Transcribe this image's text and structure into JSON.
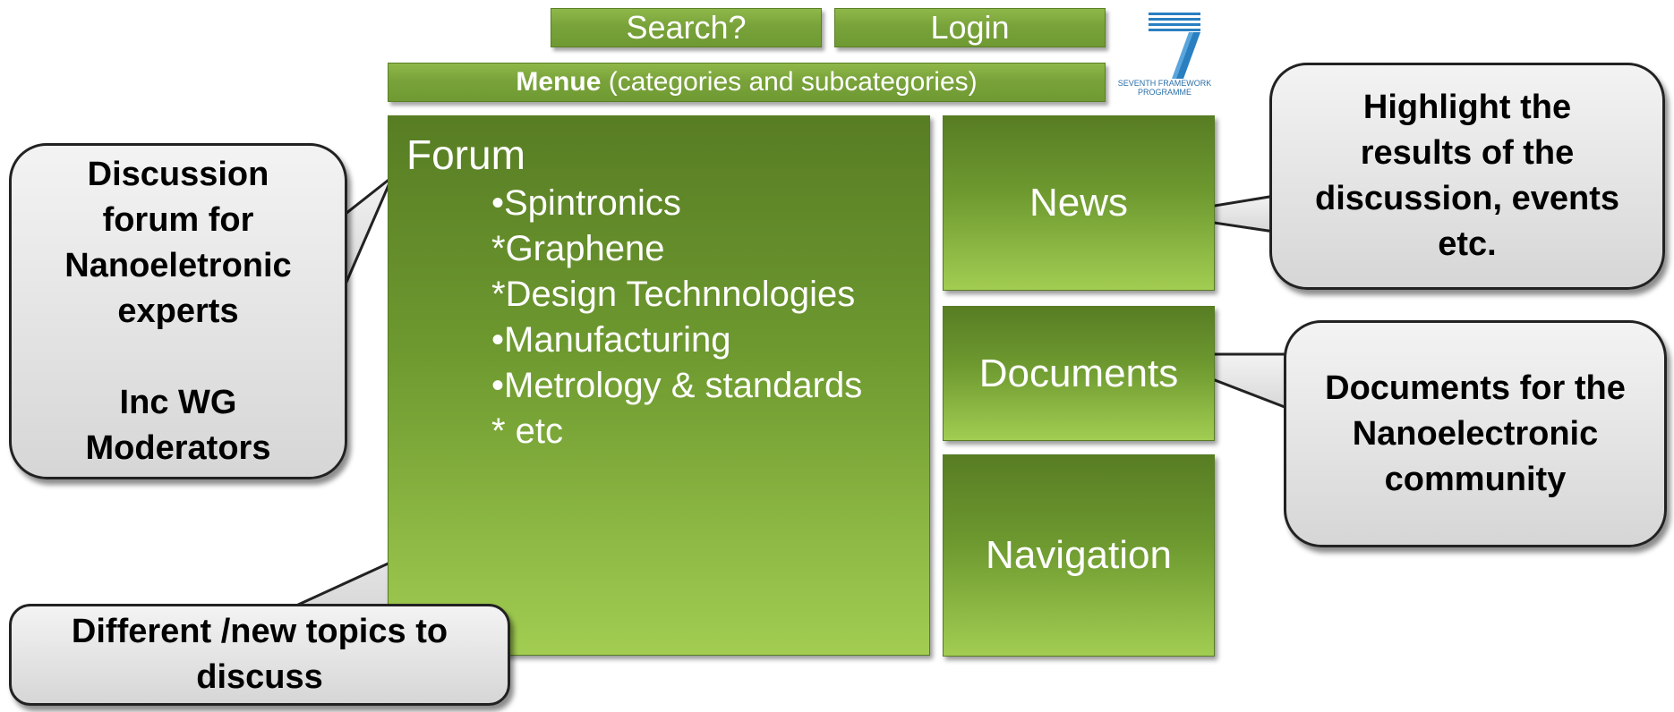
{
  "topbar": {
    "search_label": "Search?",
    "login_label": "Login"
  },
  "menu": {
    "bold_label": "Menue",
    "rest_label": " (categories and subcategories)"
  },
  "logo": {
    "line1": "SEVENTH FRAMEWORK",
    "line2": "PROGRAMME",
    "number": "7"
  },
  "forum": {
    "title": "Forum",
    "topics": [
      "•Spintronics",
      "*Graphene",
      "*Design Technnologies",
      "•Manufacturing",
      "•Metrology & standards",
      "* etc"
    ]
  },
  "side_panels": {
    "news": "News",
    "documents": "Documents",
    "navigation": "Navigation"
  },
  "callouts": {
    "discussion": {
      "lines": [
        "Discussion",
        "forum for",
        "Nanoeletronic",
        "experts",
        "",
        "Inc WG",
        "Moderators"
      ]
    },
    "highlight": {
      "lines": [
        "Highlight the",
        "results of the",
        "discussion, events",
        "etc."
      ]
    },
    "documents": {
      "lines": [
        "Documents for the",
        "Nanoelectronic",
        "community"
      ]
    },
    "topics": {
      "lines": [
        "Different /new topics to",
        "discuss"
      ]
    }
  },
  "colors": {
    "green_light": "#a2cd52",
    "green_dark": "#587d24",
    "callout_fill": "#e2e2e2",
    "logo_blue": "#2a7fc1"
  }
}
